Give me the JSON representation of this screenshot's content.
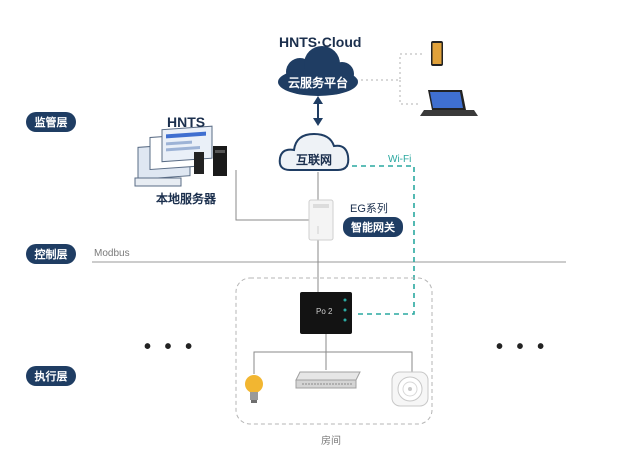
{
  "layers": {
    "monitor": "监管层",
    "control": "控制层",
    "execute": "执行层"
  },
  "cloud_platform": {
    "title": "HNTS·Cloud",
    "label": "云服务平台"
  },
  "internet": {
    "label": "互联网"
  },
  "local_server": {
    "brand": "HNTS",
    "label": "本地服务器"
  },
  "gateway": {
    "series": "EG系列",
    "label": "智能网关"
  },
  "links": {
    "wifi": "Wi-Fi",
    "bus": "Modbus"
  },
  "panel": {
    "display": "Po 2"
  },
  "room": {
    "label": "房间"
  },
  "ellipsis": "• • •",
  "colors": {
    "navy": "#1f3d63",
    "wifi_teal": "#2aa8a0",
    "line_gray": "#9a9a9a"
  }
}
